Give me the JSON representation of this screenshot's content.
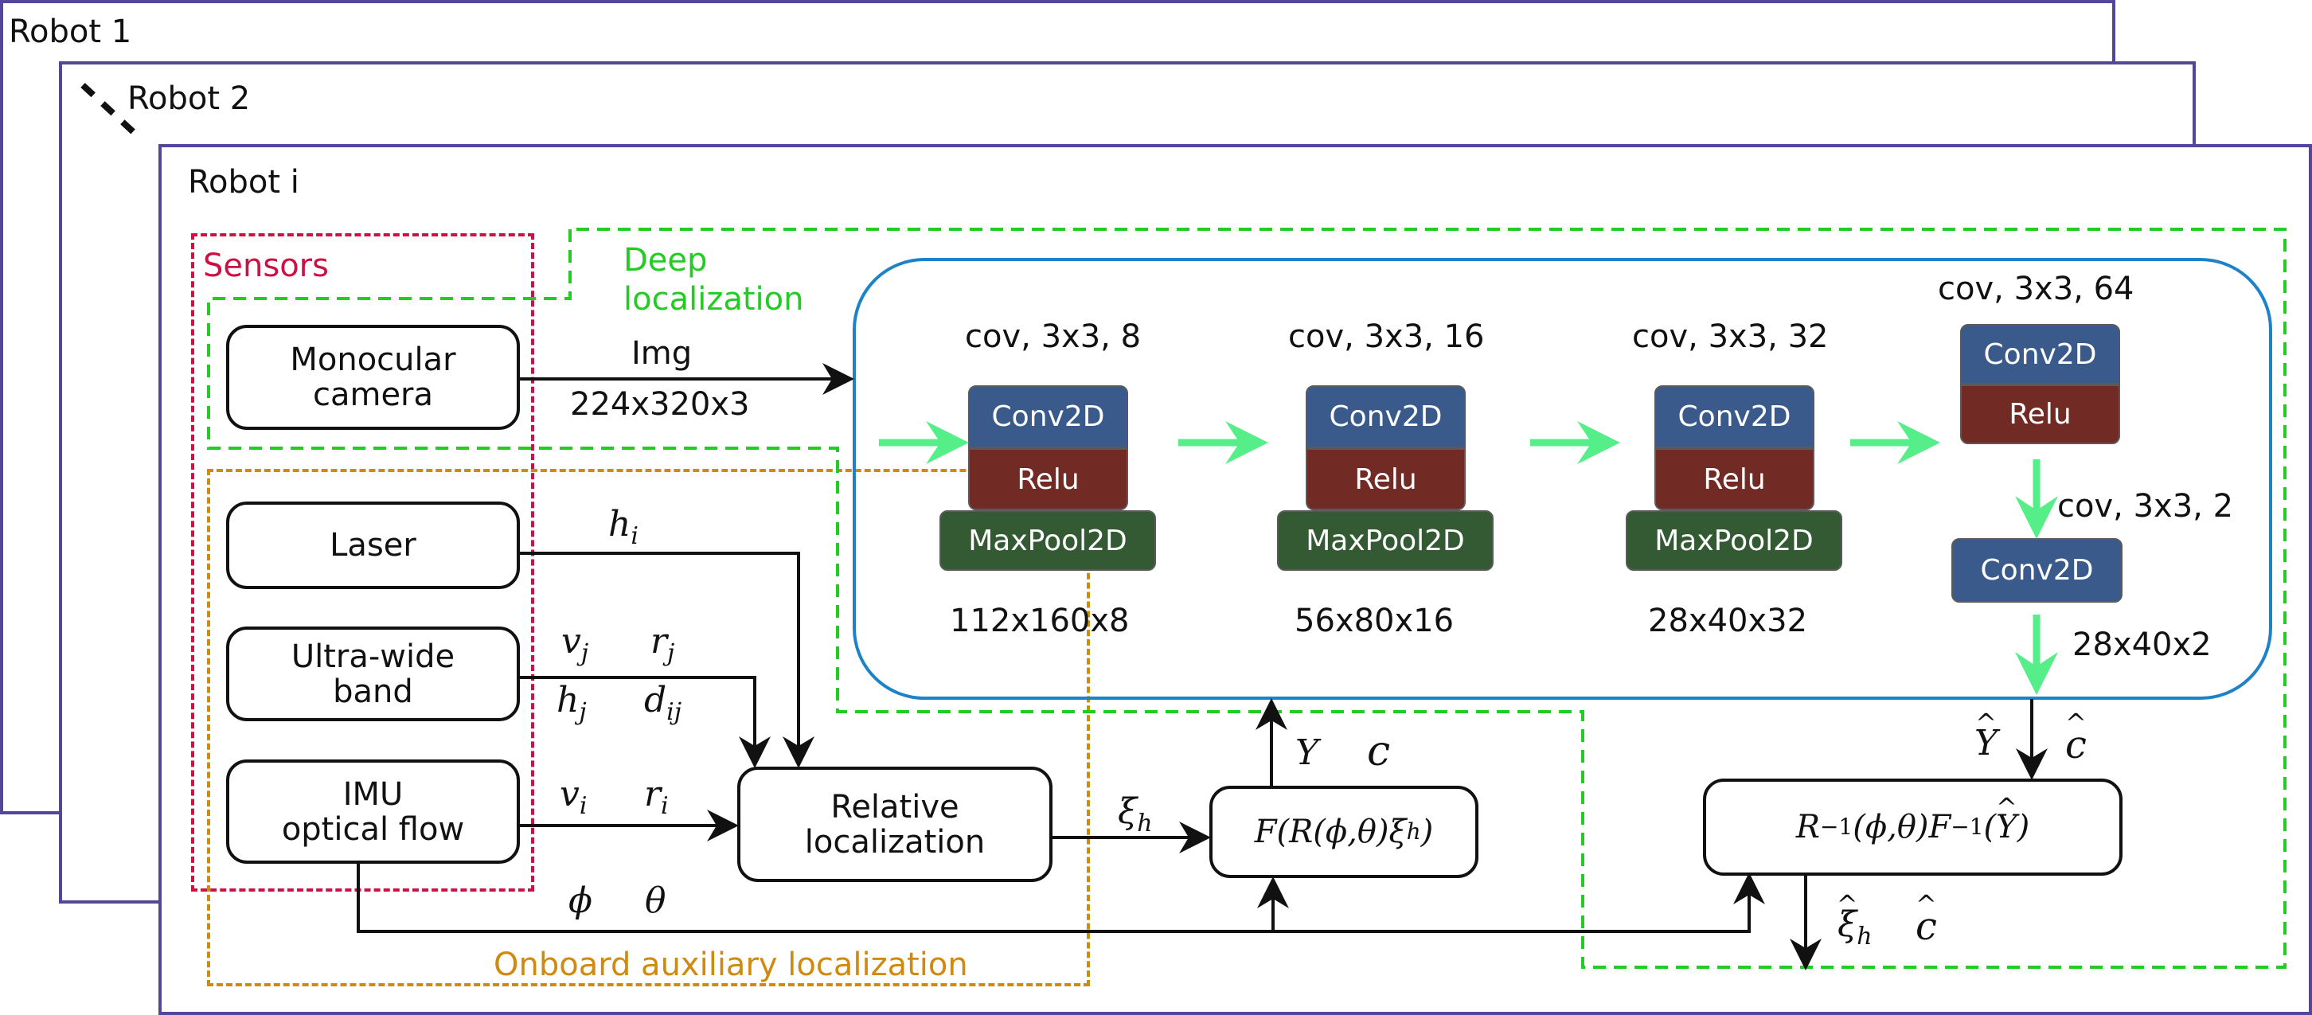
{
  "robots": [
    {
      "label": "Robot 1"
    },
    {
      "label": "Robot 2"
    },
    {
      "label": "Robot i"
    }
  ],
  "groups": {
    "sensors": "Sensors",
    "deep_localization": "Deep\nlocalization",
    "onboard": "Onboard auxiliary localization"
  },
  "colors": {
    "robot_frame": "#54479a",
    "sensors": "#cc1144",
    "deep_localization": "#22cc22",
    "onboard": "#d08a10",
    "cnn_panel": "#1e82c8",
    "conv2d": "#3a5a8c",
    "relu": "#722a24",
    "maxpool": "#345a34",
    "flow_arrow": "#55ee88"
  },
  "sensors": [
    {
      "label": "Monocular\ncamera"
    },
    {
      "label": "Laser"
    },
    {
      "label": "Ultra-wide\nband"
    },
    {
      "label": "IMU\noptical flow"
    }
  ],
  "relative_localization": "Relative\nlocalization",
  "edges": {
    "img": "Img",
    "img_size": "224x320x3",
    "h": "h",
    "i": "i",
    "j": "j",
    "v": "v",
    "r": "r",
    "d": "d",
    "ij": "ij",
    "phi": "ϕ",
    "theta": "θ",
    "xi": "ξ",
    "sub_h": "h",
    "Y": "Y",
    "c": "c"
  },
  "cnn": {
    "conv_label": "Conv2D",
    "relu_label": "Relu",
    "pool_label": "MaxPool2D",
    "stages": [
      {
        "spec": "cov, 3x3, 8",
        "output": "112x160x8"
      },
      {
        "spec": "cov, 3x3, 16",
        "output": "56x80x16"
      },
      {
        "spec": "cov, 3x3, 32",
        "output": "28x40x32"
      },
      {
        "spec": "cov, 3x3, 64"
      }
    ],
    "final": {
      "spec": "cov, 3x3, 2",
      "output": "28x40x2"
    }
  },
  "transform_node": "F(R(ϕ,θ)ξ",
  "transform_node_sub": "h",
  "transform_node_end": ")",
  "inverse_node": {
    "R": "R",
    "exp": "−1",
    "args": "(ϕ,θ)F",
    "end": ")"
  }
}
